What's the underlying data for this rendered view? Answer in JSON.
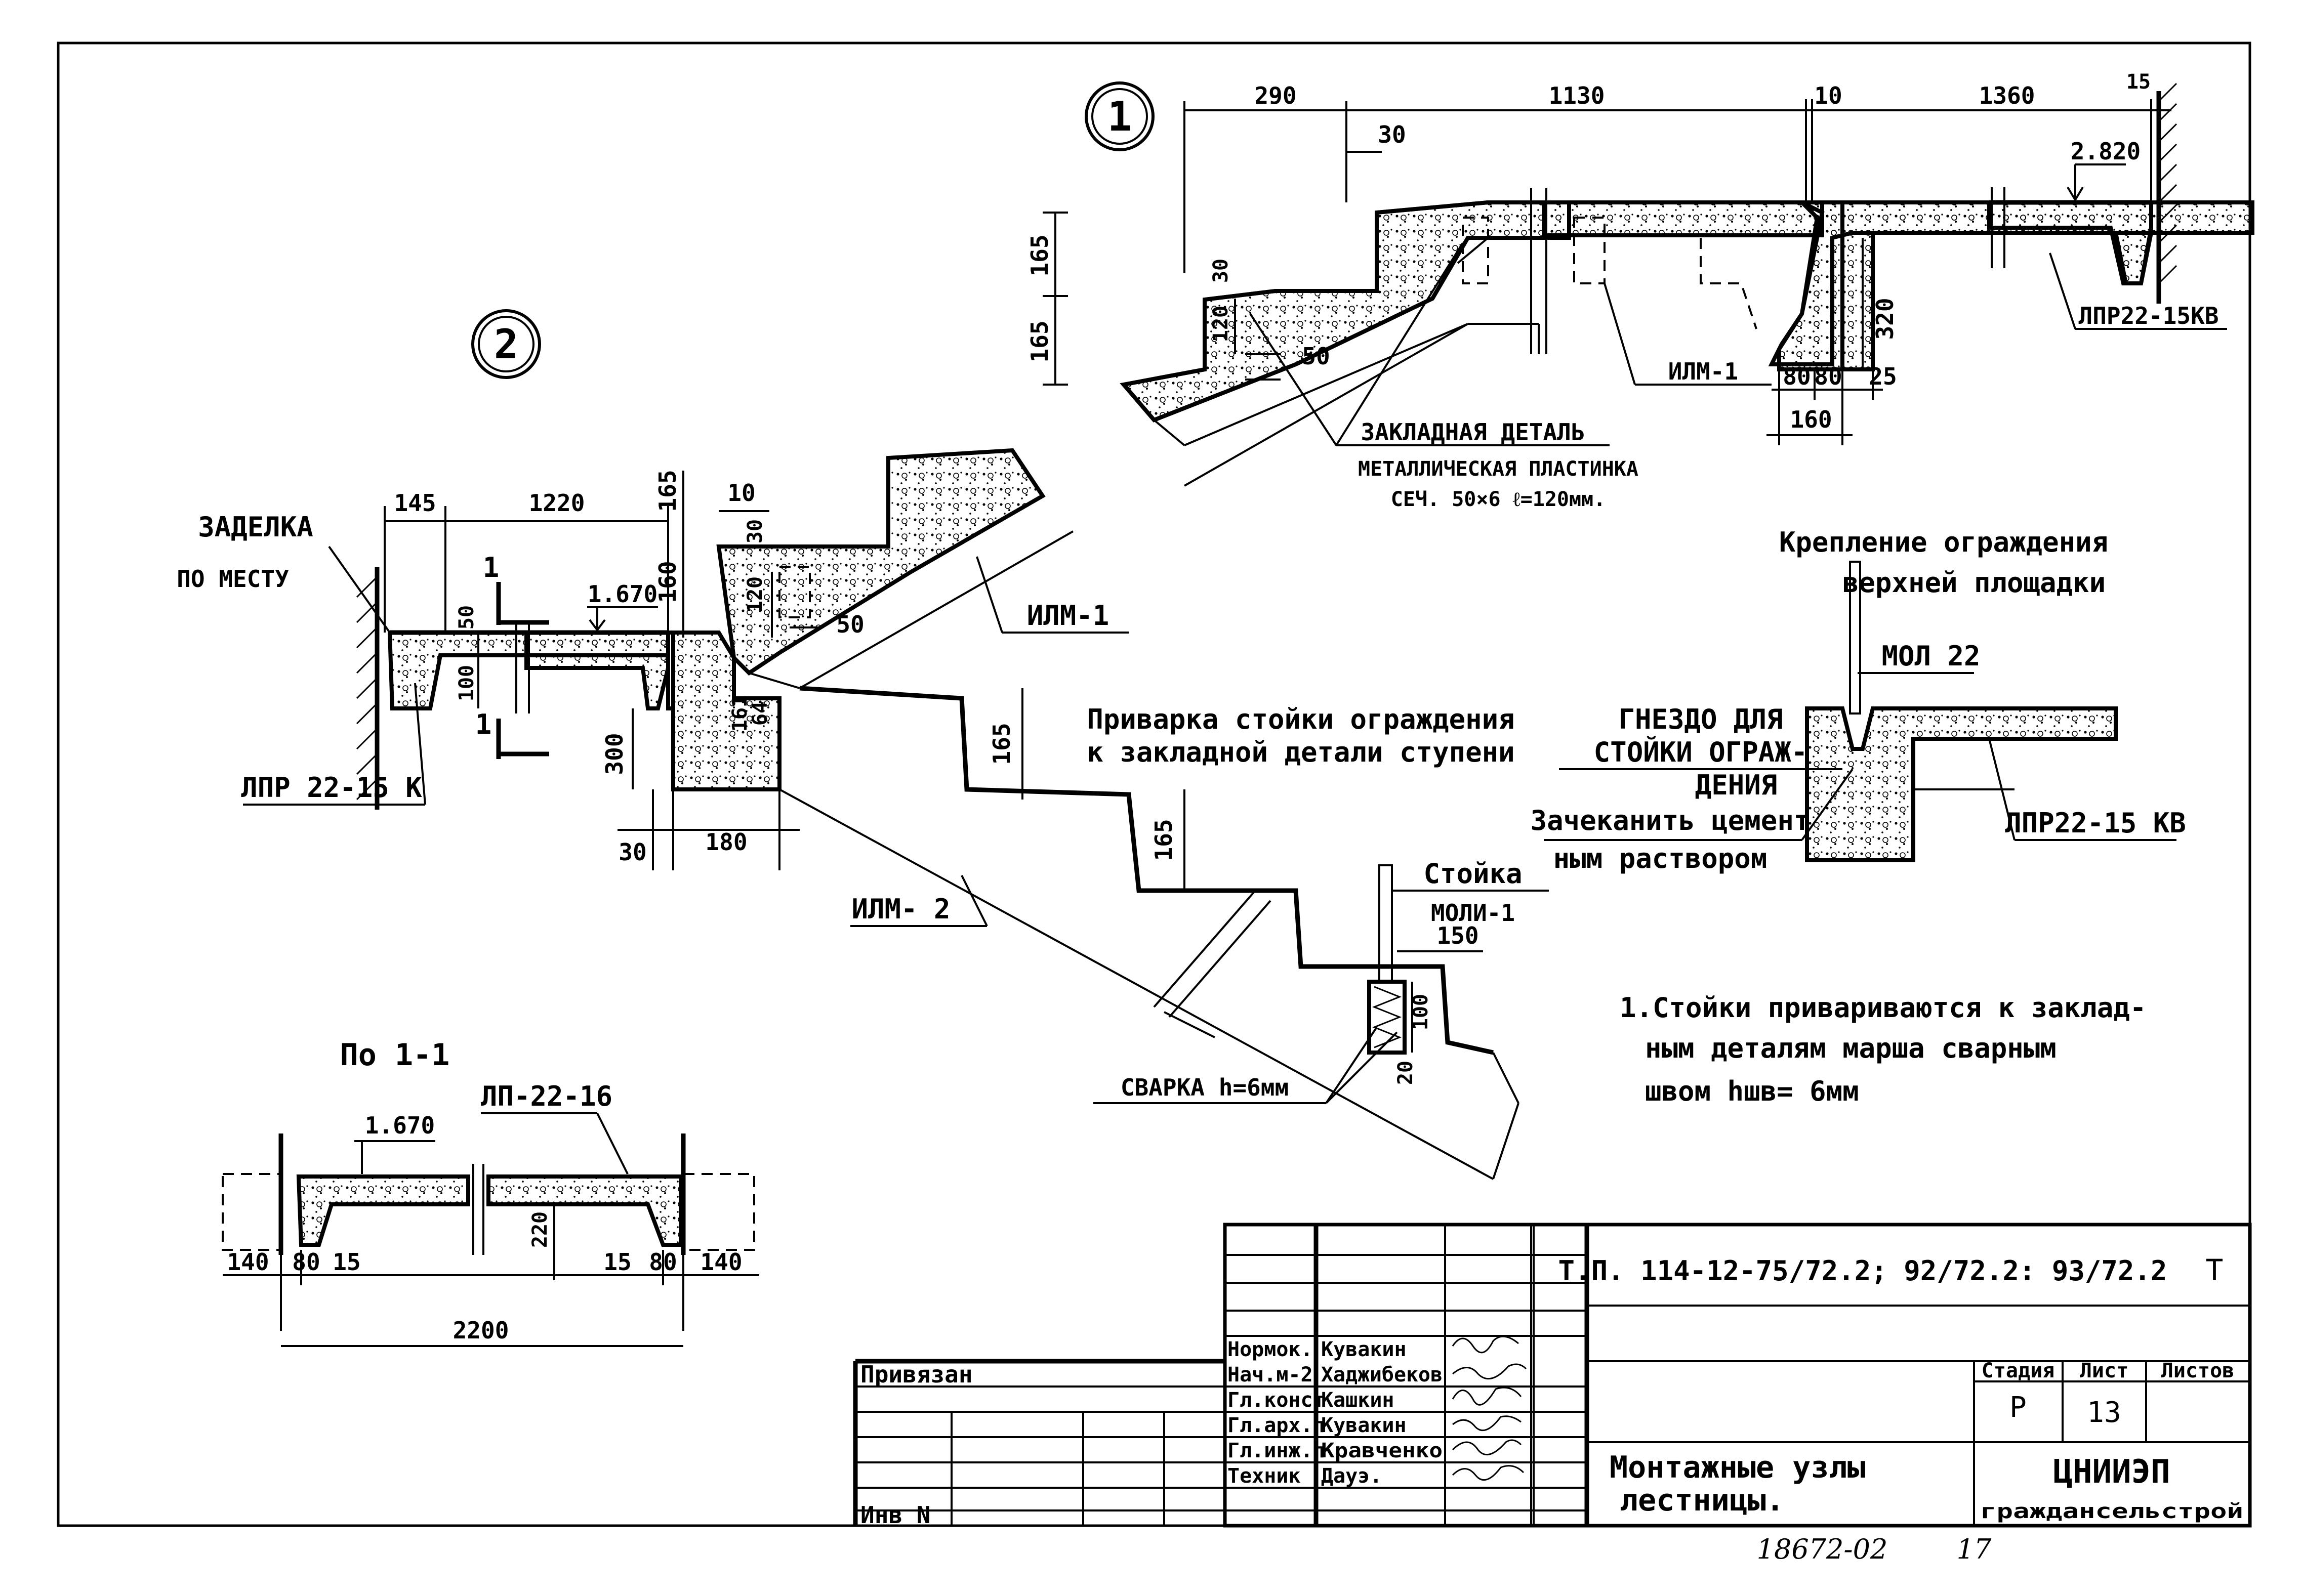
{
  "callouts": {
    "one": "1",
    "two": "2"
  },
  "detail1": {
    "dims": {
      "d290": "290",
      "d1130": "1130",
      "d10": "10",
      "d1360": "1360",
      "d15": "15",
      "d30top": "30",
      "d2820": "2.820",
      "d165a": "165",
      "d165b": "165",
      "d30": "30",
      "d120": "120",
      "d50": "50",
      "d320": "320",
      "d80a": "80",
      "d80b": "80",
      "d25": "25",
      "d160": "160"
    },
    "labels": {
      "lpr": "ЛПР22-15КВ",
      "ilm": "ИЛМ-1",
      "embed1": "ЗАКЛАДНАЯ ДЕТАЛЬ",
      "embed2": "МЕТАЛЛИЧЕСКАЯ ПЛАСТИНКА",
      "embed3": "СЕЧ. 50×6  ℓ=120мм."
    }
  },
  "detail2": {
    "dims": {
      "d145": "145",
      "d1220": "1220",
      "d165": "165",
      "d10": "10",
      "d30v": "30",
      "d1670": "1.670",
      "d160": "160",
      "d120": "120",
      "d50v": "50",
      "d100": "100",
      "d161": "161",
      "d64": "64",
      "d300": "300",
      "d30": "30",
      "d180": "180",
      "d50": "50",
      "cut1a": "1",
      "cut1b": "1",
      "d165s1": "165",
      "d165s2": "165",
      "d150": "150",
      "d100s": "100",
      "d20": "20"
    },
    "labels": {
      "zadelka1": "ЗАДЕЛКА",
      "zadelka2": "ПО МЕСТУ",
      "lpr": "ЛПР 22-15 К",
      "ilm1": "ИЛМ-1",
      "ilm2": "ИЛМ- 2",
      "privarka1": "Приварка стойки ограждения",
      "privarka2": "к закладной детали ступени",
      "stoika1": "Стойка",
      "stoika2": "МОЛИ-1",
      "svarka": "СВАРКА h=6мм"
    }
  },
  "railing_detail": {
    "title1": "Крепление ограждения",
    "title2": "верхней площадки",
    "mol": "МОЛ 22",
    "gnezdo1": "ГНЕЗДО ДЛЯ",
    "gnezdo2": "СТОЙКИ ОГРАЖ-",
    "gnezdo3": "ДЕНИЯ",
    "zachek1": "Зачеканить цемент",
    "zachek2": "ным раствором",
    "lpr": "ЛПР22-15 КВ"
  },
  "section11": {
    "title": "По 1-1",
    "label": "ЛП-22-16",
    "level": "1.670",
    "d220": "220",
    "d140a": "140",
    "d80a": "80",
    "d15a": "15",
    "d15b": "15",
    "d80b": "80",
    "d140b": "140",
    "d2200": "2200"
  },
  "note": {
    "line1": "1.Стойки привариваются к заклад-",
    "line2": "ным деталям марша  сварным",
    "line3": "швом hшв= 6мм"
  },
  "title_block": {
    "doc_code": "Т.П. 114-12-75/72.2; 92/72.2: 93/72.2",
    "doc_type": "Т",
    "privyazan": "Привязан",
    "inv": "Инв N",
    "roles": [
      "Нормок.",
      "Нач.м-2",
      "Гл.конст",
      "Гл.арх.п",
      "Гл.инж.п",
      "Техник"
    ],
    "names": [
      "Кувакин",
      "Хаджибеков",
      "Кашкин",
      "Кувакин",
      "Кравченко",
      "Дауэ."
    ],
    "stage_hdr": "Стадия",
    "sheet_hdr": "Лист",
    "sheets_hdr": "Листов",
    "stage": "Р",
    "sheet": "13",
    "title1": "Монтажные узлы",
    "title2": "лестницы.",
    "org1": "ЦНИИЭП",
    "org2": "граждансельстрой",
    "archive": "18672-02",
    "page": "17"
  }
}
